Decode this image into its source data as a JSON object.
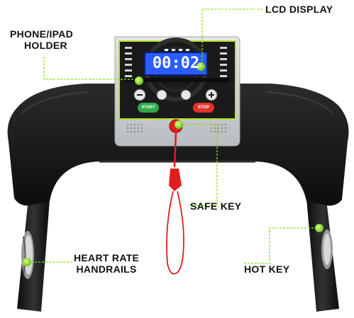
{
  "callouts": {
    "lcd_display": "LCD DISPLAY",
    "phone_ipad_holder": [
      "PHONE/IPAD",
      "HOLDER"
    ],
    "safe_key": "SAFE KEY",
    "heart_rate_handrails": [
      "HEART RATE",
      "HANDRAILS"
    ],
    "hot_key": "HOT KEY"
  },
  "console": {
    "display_time": "00:02",
    "buttons": {
      "start": "START",
      "stop": "STOP"
    }
  },
  "colors": {
    "callout_dot": "#8be21a",
    "lcd_blue": "#2a5cff",
    "start_green": "#2fa84a",
    "stop_red": "#e2322c",
    "frame_black": "#171717",
    "console_silver": "#cfd2d5",
    "console_trim": "#b6e32a",
    "safety_cord_red": "#e01e1e"
  }
}
